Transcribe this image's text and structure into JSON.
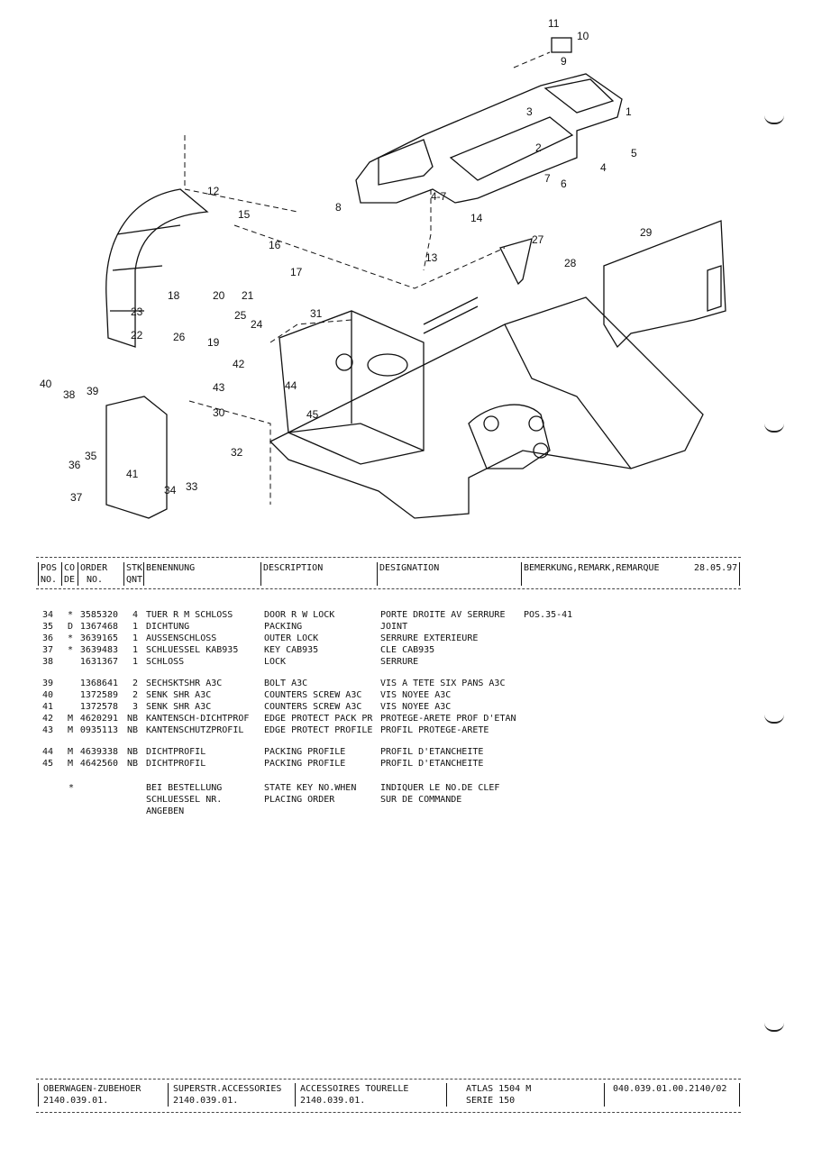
{
  "callouts": [
    "1",
    "2",
    "3",
    "4",
    "4-7",
    "5",
    "6",
    "7",
    "8",
    "9",
    "10",
    "11",
    "12",
    "13",
    "14",
    "15",
    "16",
    "17",
    "18",
    "19",
    "20",
    "21",
    "22",
    "23",
    "24",
    "25",
    "26",
    "27",
    "28",
    "29",
    "30",
    "31",
    "32",
    "33",
    "34",
    "35",
    "36",
    "37",
    "38",
    "39",
    "40",
    "41",
    "42",
    "43",
    "44",
    "45"
  ],
  "header": {
    "pos": "POS",
    "no": "NO.",
    "co": "CO",
    "de": "DE",
    "order": "ORDER",
    "order_no": "NO.",
    "stk": "STK",
    "qnt": "QNT",
    "benennung": "BENENNUNG",
    "description": "DESCRIPTION",
    "designation": "DESIGNATION",
    "remark": "BEMERKUNG,REMARK,REMARQUE",
    "date": "28.05.97"
  },
  "rows": [
    {
      "pos": "34",
      "co": "*",
      "order": "3585320",
      "qty": "4",
      "benennung": "TUER R M SCHLOSS",
      "description": "DOOR R W LOCK",
      "designation": "PORTE DROITE AV SERRURE",
      "remark": "POS.35-41"
    },
    {
      "pos": "35",
      "co": "D",
      "order": "1367468",
      "qty": "1",
      "benennung": "DICHTUNG",
      "description": "PACKING",
      "designation": "JOINT",
      "remark": ""
    },
    {
      "pos": "36",
      "co": "*",
      "order": "3639165",
      "qty": "1",
      "benennung": "AUSSENSCHLOSS",
      "description": "OUTER LOCK",
      "designation": "SERRURE EXTERIEURE",
      "remark": ""
    },
    {
      "pos": "37",
      "co": "*",
      "order": "3639483",
      "qty": "1",
      "benennung": "SCHLUESSEL KAB935",
      "description": "KEY CAB935",
      "designation": "CLE CAB935",
      "remark": ""
    },
    {
      "pos": "38",
      "co": "",
      "order": "1631367",
      "qty": "1",
      "benennung": "SCHLOSS",
      "description": "LOCK",
      "designation": "SERRURE",
      "remark": ""
    },
    {
      "pos": "39",
      "co": "",
      "order": "1368641",
      "qty": "2",
      "benennung": "SECHSKTSHR A3C",
      "description": "BOLT A3C",
      "designation": "VIS A TETE SIX PANS A3C",
      "remark": ""
    },
    {
      "pos": "40",
      "co": "",
      "order": "1372589",
      "qty": "2",
      "benennung": "SENK SHR A3C",
      "description": "COUNTERS SCREW A3C",
      "designation": "VIS NOYEE A3C",
      "remark": ""
    },
    {
      "pos": "41",
      "co": "",
      "order": "1372578",
      "qty": "3",
      "benennung": "SENK SHR A3C",
      "description": "COUNTERS SCREW A3C",
      "designation": "VIS NOYEE A3C",
      "remark": ""
    },
    {
      "pos": "42",
      "co": "M",
      "order": "4620291",
      "qty": "NB",
      "benennung": "KANTENSCH-DICHTPROF",
      "description": "EDGE PROTECT PACK PR",
      "designation": "PROTEGE-ARETE PROF D'ETAN",
      "remark": ""
    },
    {
      "pos": "43",
      "co": "M",
      "order": "0935113",
      "qty": "NB",
      "benennung": "KANTENSCHUTZPROFIL",
      "description": "EDGE PROTECT PROFILE",
      "designation": "PROFIL PROTEGE-ARETE",
      "remark": ""
    },
    {
      "pos": "44",
      "co": "M",
      "order": "4639338",
      "qty": "NB",
      "benennung": "DICHTPROFIL",
      "description": "PACKING PROFILE",
      "designation": "PROFIL D'ETANCHEITE",
      "remark": ""
    },
    {
      "pos": "45",
      "co": "M",
      "order": "4642560",
      "qty": "NB",
      "benennung": "DICHTPROFIL",
      "description": "PACKING PROFILE",
      "designation": "PROFIL D'ETANCHEITE",
      "remark": ""
    }
  ],
  "note": {
    "marker": "*",
    "benennung": [
      "BEI BESTELLUNG",
      "SCHLUESSEL NR.",
      "ANGEBEN"
    ],
    "description": [
      "STATE KEY NO.WHEN",
      "PLACING ORDER"
    ],
    "designation": [
      "INDIQUER LE NO.DE CLEF",
      "SUR DE COMMANDE"
    ]
  },
  "footer": {
    "de": "OBERWAGEN-ZUBEHOER",
    "de_no": "2140.039.01.",
    "en": "SUPERSTR.ACCESSORIES",
    "en_no": "2140.039.01.",
    "fr": "ACCESSOIRES TOURELLE",
    "fr_no": "2140.039.01.",
    "model": "ATLAS 1504 M",
    "series": "SERIE 150",
    "doc": "040.039.01.00.2140/02"
  }
}
